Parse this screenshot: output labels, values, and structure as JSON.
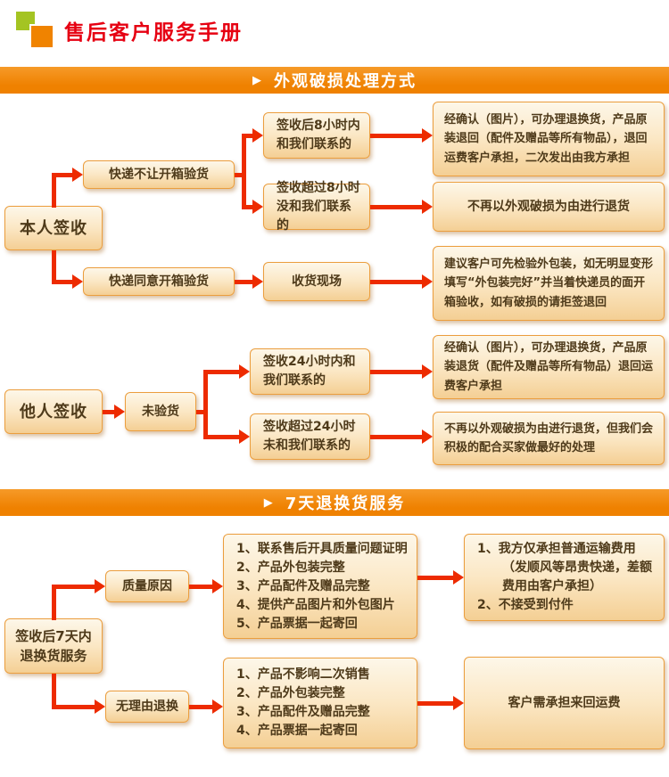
{
  "page": {
    "title": "售后客户服务手册"
  },
  "banners": {
    "glyph": "▶",
    "section1": "外观破损处理方式",
    "section2": "7天退换货服务"
  },
  "flow1": {
    "self_sign": "本人签收",
    "courier_no_open": "快递不让开箱验货",
    "courier_agree_open": "快递同意开箱验货",
    "within_8h": "签收后8小时内\n和我们联系的",
    "over_8h": "签收超过8小时\n没和我们联系的",
    "receive_site": "收货现场",
    "result_within_8h": "经确认（图片），可办理退换货，产品原装退回（配件及赠品等所有物品），退回运费客户承担，二次发出由我方承担",
    "result_over_8h": "不再以外观破损为由进行退货",
    "result_site": "建议客户可先检验外包装，如无明显变形填写“外包装完好”并当着快递员的面开箱验收，如有破损的请拒签退回"
  },
  "flow2": {
    "other_sign": "他人签收",
    "not_inspected": "未验货",
    "within_24h": "签收24小时内和\n我们联系的",
    "over_24h": "签收超过24小时\n未和我们联系的",
    "result_within_24h": "经确认（图片），可办理退换货，产品原装退货（配件及赠品等所有物品）退回运费客户承担",
    "result_over_24h": "不再以外观破损为由进行退货，但我们会积极的配合买家做最好的处理"
  },
  "flow3": {
    "seven_day": "签收后7天内\n退换货服务",
    "quality": "质量原因",
    "no_reason": "无理由退换",
    "quality_list": [
      "1、联系售后开具质量问题证明",
      "2、产品外包装完整",
      "3、产品配件及赠品完整",
      "4、提供产品图片和外包图片",
      "5、产品票据一起寄回"
    ],
    "quality_result": [
      "1、我方仅承担普通运输费用（发顺风等昂贵快递，差额费用由客户承担）",
      "2、不接受到付件"
    ],
    "no_reason_list": [
      "1、产品不影响二次销售",
      "2、产品外包装完整",
      "3、产品配件及赠品完整",
      "4、产品票据一起寄回"
    ],
    "no_reason_result": "客户需承担来回运费"
  },
  "colors": {
    "banner": "#ef8100",
    "title": "#e60012",
    "arrow": "#ed2b00",
    "box_border": "#eb9e3e",
    "logo_green": "#a4c422",
    "logo_orange": "#f08300"
  }
}
